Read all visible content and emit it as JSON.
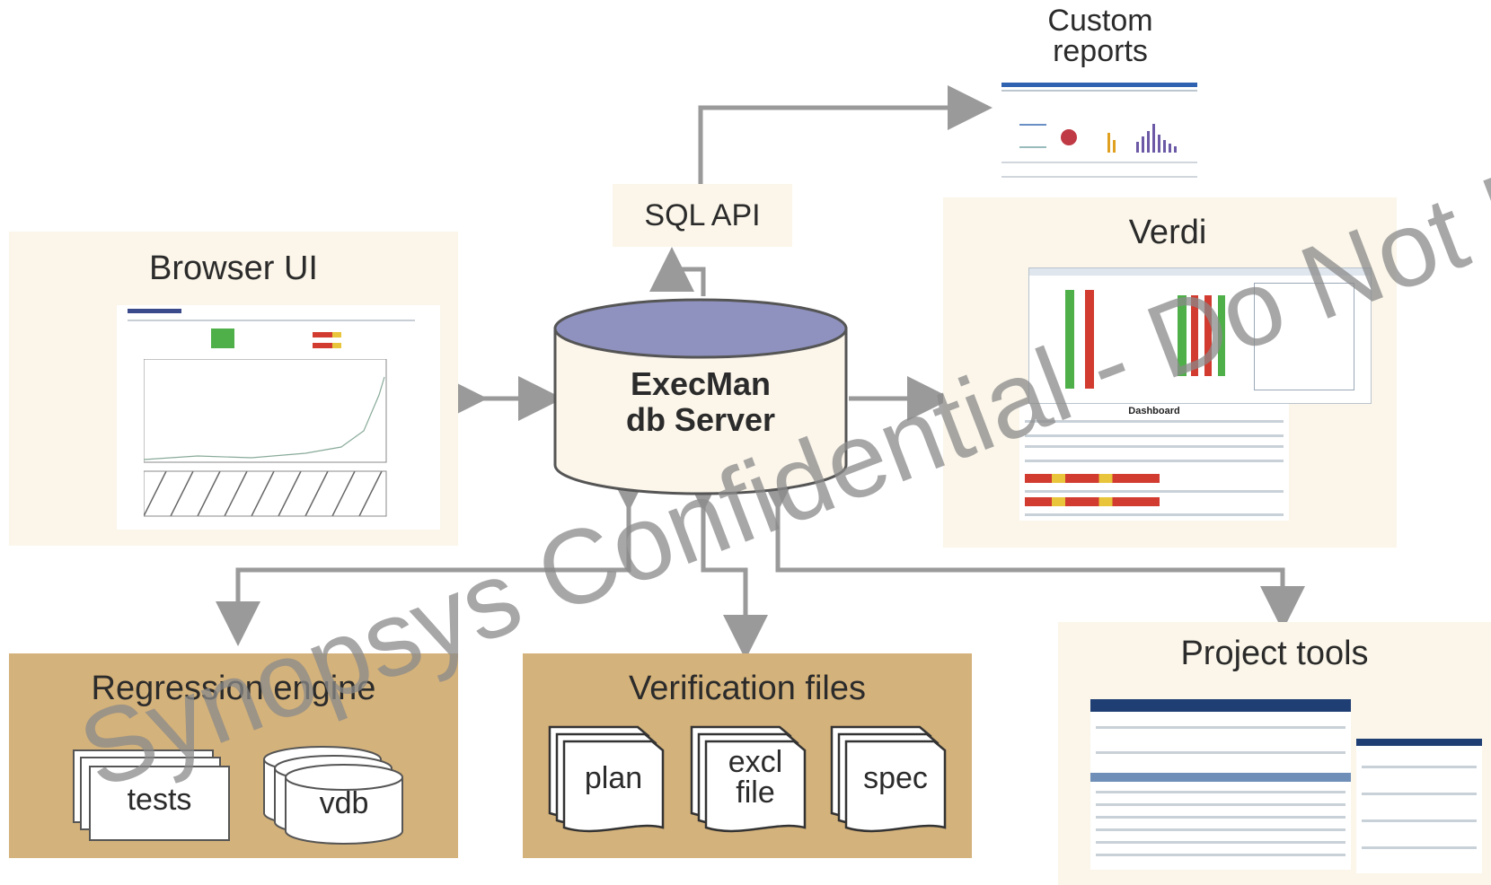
{
  "custom_reports": {
    "label_line1": "Custom",
    "label_line2": "reports"
  },
  "sql_api": {
    "label": "SQL API"
  },
  "browser_ui": {
    "title": "Browser UI"
  },
  "server": {
    "line1": "ExecMan",
    "line2": "db Server"
  },
  "verdi": {
    "title": "Verdi",
    "dashboard_label": "Dashboard"
  },
  "regression_engine": {
    "title": "Regression engine",
    "tests_label": "tests",
    "vdb_label": "vdb"
  },
  "verification_files": {
    "title": "Verification files",
    "plan_label": "plan",
    "excl_line1": "excl",
    "excl_line2": "file",
    "spec_label": "spec"
  },
  "project_tools": {
    "title": "Project tools"
  },
  "watermark": {
    "text": "Synopsys Confidential - Do Not Distribute"
  },
  "colors": {
    "panel_light": "#fbf6e9",
    "panel_gold": "#d4b27b",
    "arrow": "#9a9a9a",
    "db_top": "#8f92bf",
    "db_body": "#fbf5ea"
  }
}
